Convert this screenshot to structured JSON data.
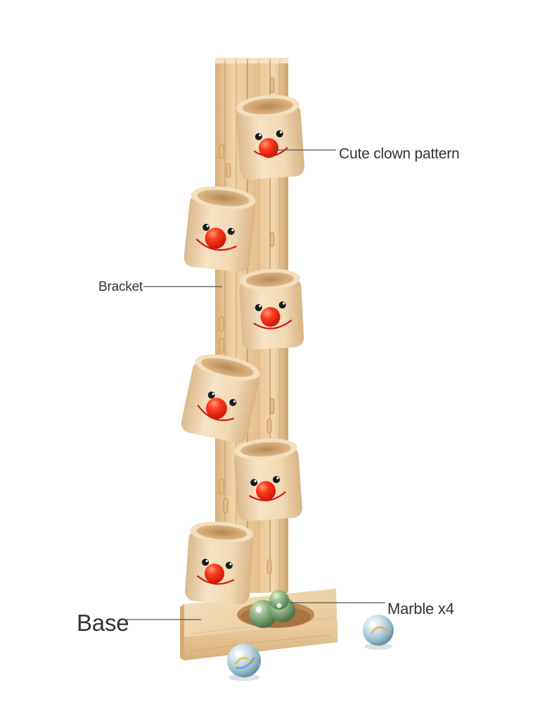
{
  "image": {
    "subject": "wooden-clown-cup-marble-run-toy",
    "colors": {
      "wood_light": "#f1dcb8",
      "wood_mid": "#e3c292",
      "wood_dark": "#c99f6a",
      "nose_red": "#ff3b1f",
      "eye_black": "#1a1a1a",
      "label_text": "#333333",
      "leader_line": "#555555"
    }
  },
  "labels": {
    "clown_pattern": "Cute clown pattern",
    "bracket": "Bracket",
    "marble": "Marble x4",
    "base": "Base"
  }
}
